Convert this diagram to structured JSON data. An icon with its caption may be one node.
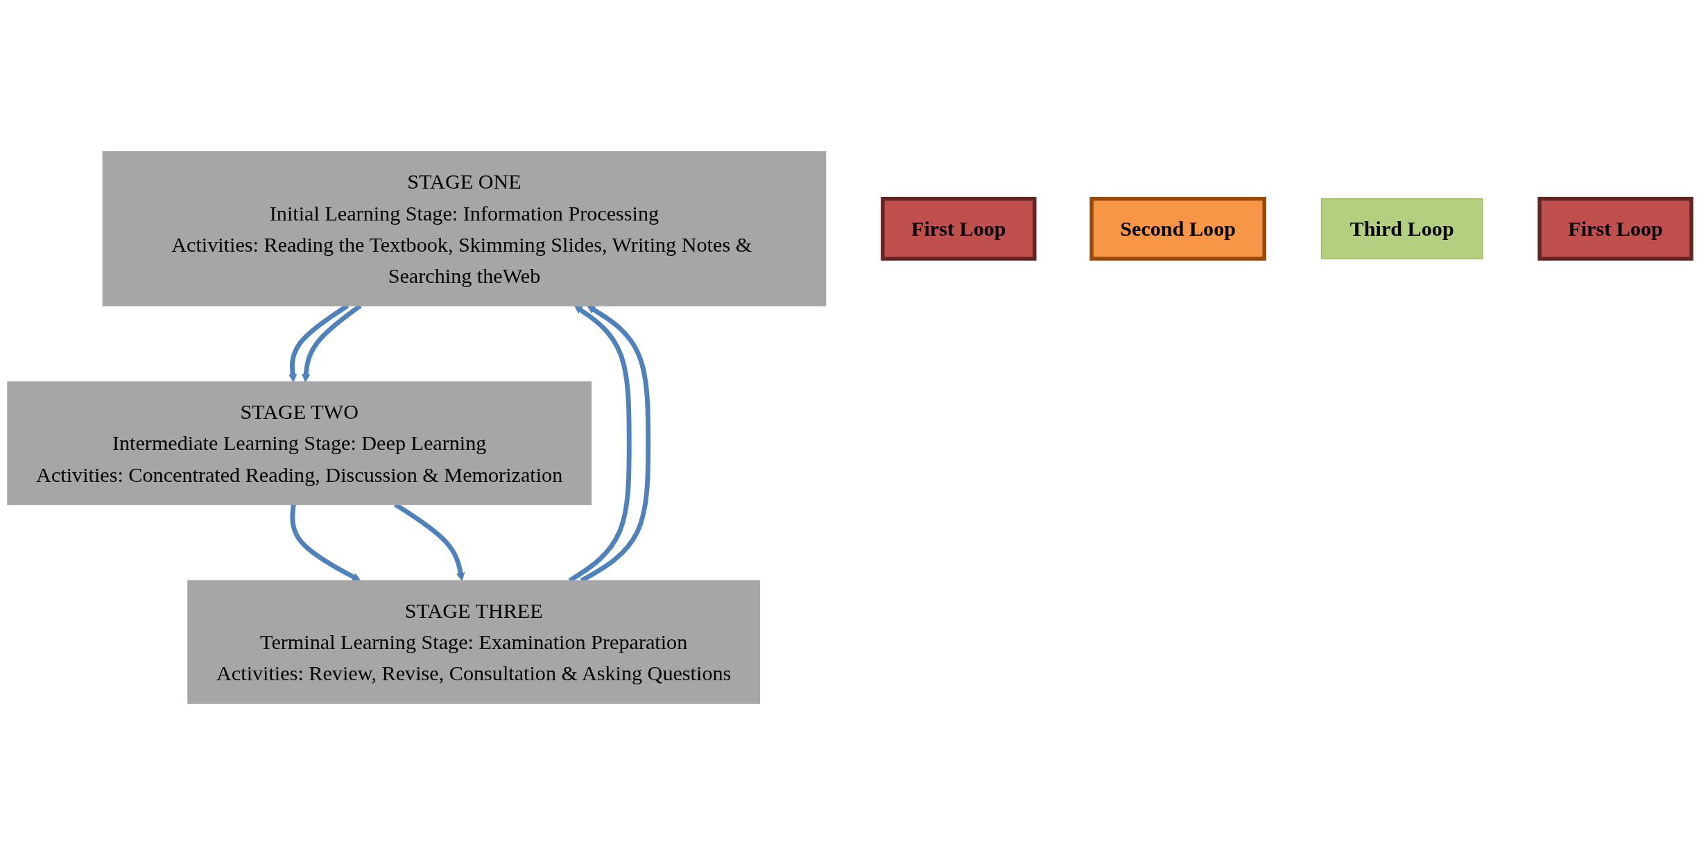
{
  "diagram": {
    "nodes": [
      {
        "text": [
          "STAGE ONE",
          "Initial Learning Stage: Information Processing",
          "Activities: Reading the Textbook, Skimming Slides, Writing Notes & Searching theWeb"
        ]
      },
      {
        "text": [
          "First Loop"
        ]
      },
      {
        "text": [
          "Second Loop"
        ]
      },
      {
        "text": [
          "Third Loop"
        ]
      },
      {
        "text": [
          "STAGE TWO",
          "Intermediate Learning Stage: Deep Learning",
          "Activities: Concentrated Reading, Discussion & Memorization"
        ]
      },
      {
        "text": [
          "First Loop"
        ]
      },
      {
        "text": [
          "STAGE THREE",
          "Terminal Learning Stage: Examination Preparation",
          "Activities: Review, Revise, Consultation & Asking Questions"
        ]
      }
    ],
    "edges": [
      {
        "from": 0,
        "to": 4,
        "arrow": "to"
      },
      {
        "from": 0,
        "to": 4,
        "arrow": "to"
      },
      {
        "from": 4,
        "to": 6,
        "arrow": "to"
      },
      {
        "from": 4,
        "to": 6,
        "arrow": "to"
      },
      {
        "from": 6,
        "to": 0,
        "arrow": "to"
      },
      {
        "from": 6,
        "to": 0,
        "arrow": "to"
      }
    ]
  }
}
